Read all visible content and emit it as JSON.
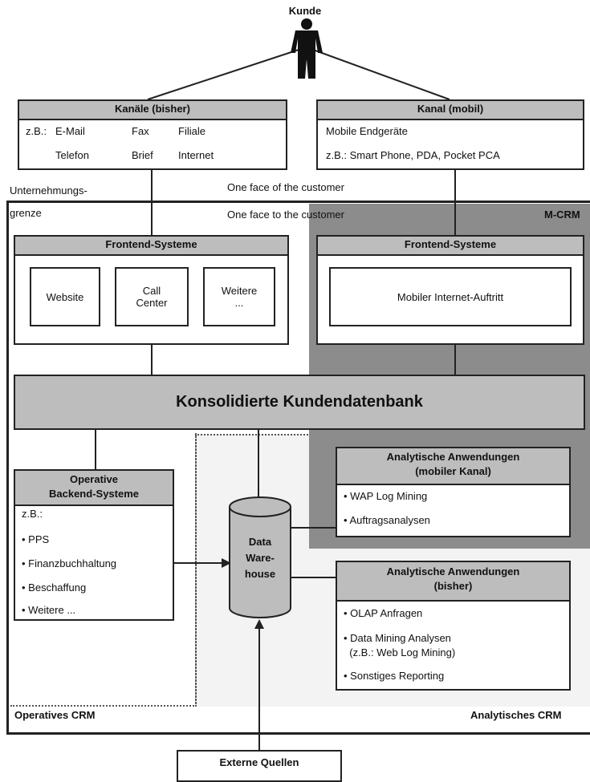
{
  "customer": {
    "label": "Kunde"
  },
  "channels_old": {
    "title": "Kanäle (bisher)",
    "prefix": "z.B.:",
    "items": [
      "E-Mail",
      "Fax",
      "Filiale",
      "Telefon",
      "Brief",
      "Internet"
    ]
  },
  "channel_mobile": {
    "title": "Kanal (mobil)",
    "line1": "Mobile Endgeräte",
    "line2": "z.B.: Smart Phone, PDA, Pocket PCA"
  },
  "boundary": {
    "line1": "Unternehmungs-",
    "line2": "grenze"
  },
  "face_of": "One face of the customer",
  "face_to": "One face to the customer",
  "mcrm_label": "M-CRM",
  "frontend_left": {
    "title": "Frontend-Systeme",
    "website": "Website",
    "callcenter_1": "Call",
    "callcenter_2": "Center",
    "weitere_1": "Weitere",
    "weitere_2": "..."
  },
  "frontend_right": {
    "title": "Frontend-Systeme",
    "item": "Mobiler Internet-Auftritt"
  },
  "database": {
    "label": "Konsolidierte Kundendatenbank"
  },
  "backend": {
    "title_1": "Operative",
    "title_2": "Backend-Systeme",
    "prefix": "z.B.:",
    "items": [
      "PPS",
      "Finanzbuchhaltung",
      "Beschaffung",
      "Weitere ..."
    ]
  },
  "warehouse": {
    "line1": "Data",
    "line2": "Ware-",
    "line3": "house"
  },
  "analytics_mobile": {
    "title_1": "Analytische Anwendungen",
    "title_2": "(mobiler Kanal)",
    "items": [
      "WAP Log Mining",
      "Auftragsanalysen"
    ]
  },
  "analytics_old": {
    "title_1": "Analytische Anwendungen",
    "title_2": "(bisher)",
    "item1": "OLAP Anfragen",
    "item2_1": "Data Mining Analysen",
    "item2_2": "(z.B.: Web Log Mining)",
    "item3": "Sonstiges Reporting"
  },
  "operatives_crm": "Operatives CRM",
  "analytisches_crm": "Analytisches CRM",
  "external": {
    "label": "Externe Quellen"
  },
  "colors": {
    "mcrm_gray": "#8c8c8c",
    "header_gray": "#bdbdbd",
    "analytic_bg": "#f3f3f3",
    "line": "#222222"
  }
}
